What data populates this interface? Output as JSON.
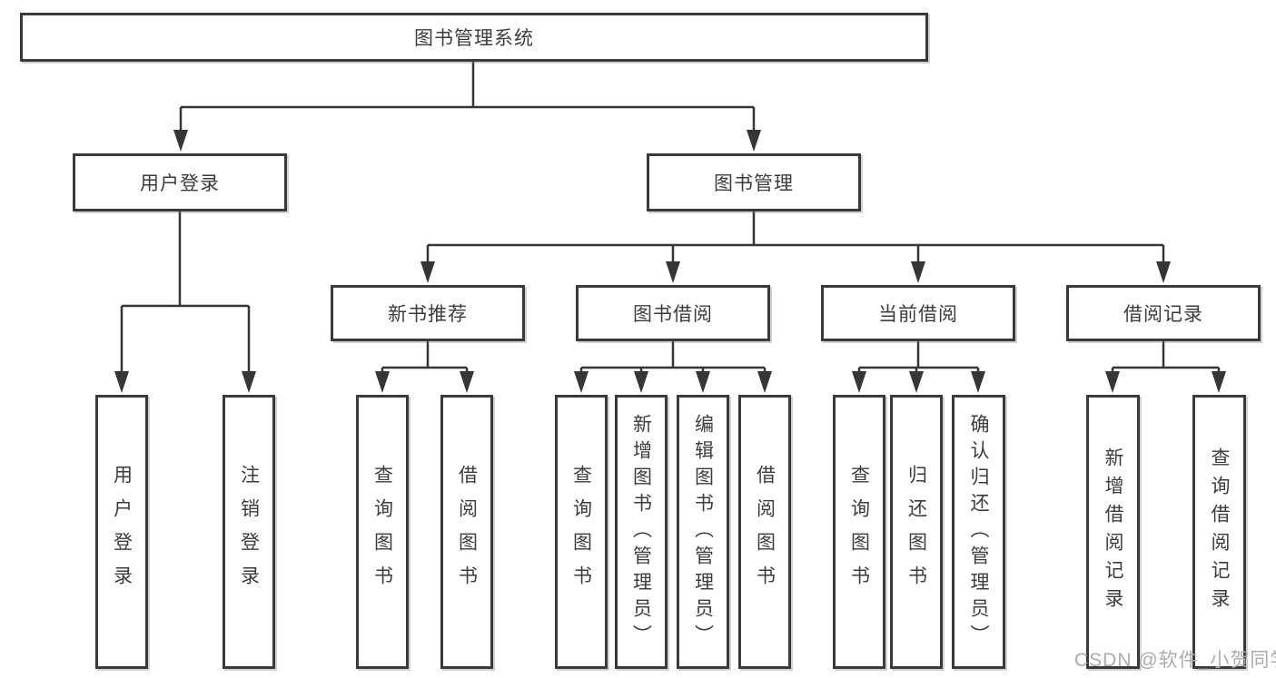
{
  "tree": {
    "root": "图书管理系统",
    "children": [
      {
        "label": "用户登录",
        "children": [
          "用户登录",
          "注销登录"
        ]
      },
      {
        "label": "图书管理",
        "children": [
          {
            "label": "新书推荐",
            "children": [
              "查询图书",
              "借阅图书"
            ]
          },
          {
            "label": "图书借阅",
            "children": [
              "查询图书",
              "新增图书（管理员）",
              "编辑图书（管理员）",
              "借阅图书"
            ]
          },
          {
            "label": "当前借阅",
            "children": [
              "查询图书",
              "归还图书",
              "确认归还（管理员）"
            ]
          },
          {
            "label": "借阅记录",
            "children": [
              "新增借阅记录",
              "查询借阅记录"
            ]
          }
        ]
      }
    ]
  },
  "watermark": {
    "text": "CSDN @软件_小贺同学"
  },
  "colors": {
    "line": "#363636",
    "box_border": "#3a3a3a",
    "text": "#3c3c3c",
    "watermark": "#acacac",
    "background": "#ffffff"
  }
}
